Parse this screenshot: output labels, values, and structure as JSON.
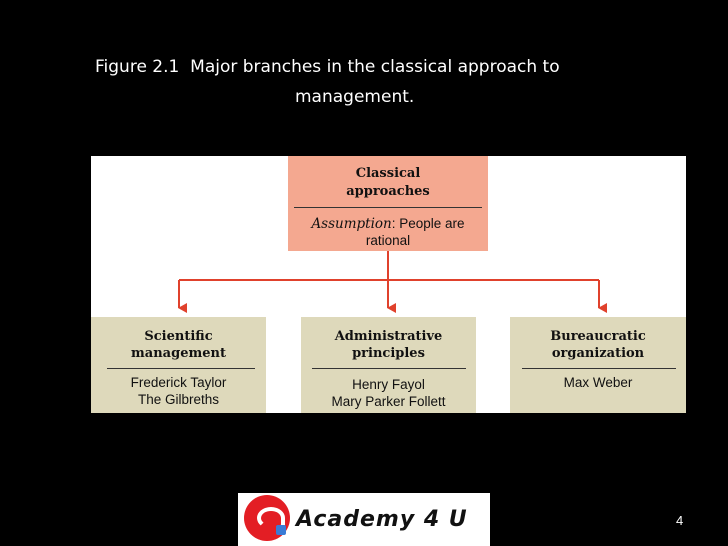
{
  "caption": {
    "line1": "Figure 2.1  Major branches in the classical approach to",
    "line2": "management."
  },
  "diagram": {
    "root": {
      "title_line1": "Classical",
      "title_line2": "approaches",
      "assumption_label": "Assumption",
      "assumption_text": ": People are",
      "assumption_text2": "rational"
    },
    "branches": [
      {
        "title_line1": "Scientific",
        "title_line2": "management",
        "names": [
          "Frederick Taylor",
          "The Gilbreths"
        ]
      },
      {
        "title_line1": "Administrative",
        "title_line2": "principles",
        "names": [
          "Henry Fayol",
          "Mary Parker Follett"
        ]
      },
      {
        "title_line1": "Bureaucratic",
        "title_line2": "organization",
        "names": [
          "Max Weber"
        ]
      }
    ],
    "colors": {
      "root": "#f4a890",
      "branch": "#ded9bb",
      "arrow": "#e0412c"
    }
  },
  "logo": {
    "text": "Academy 4 U"
  },
  "page_number": "4"
}
